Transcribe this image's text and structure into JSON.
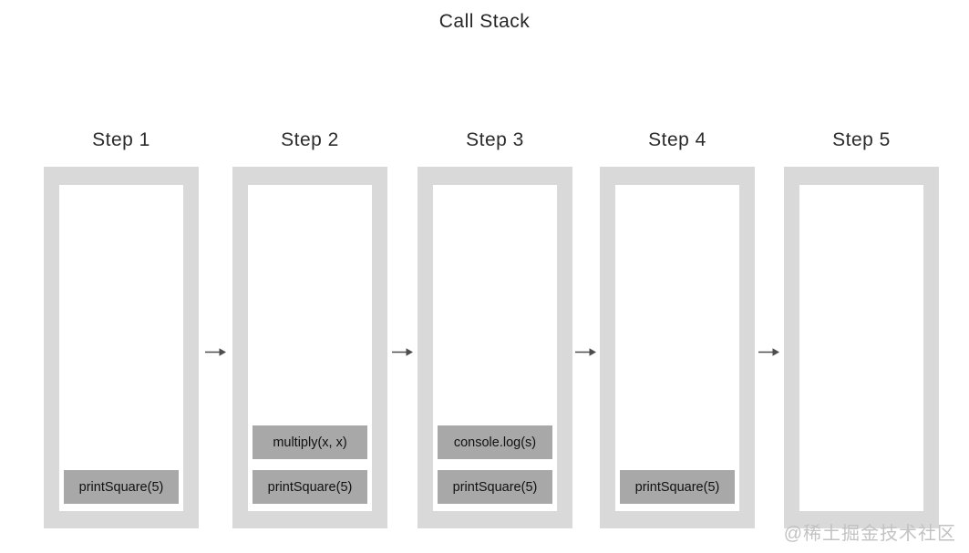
{
  "title": "Call Stack",
  "watermark": "@稀土掘金技术社区",
  "icons": {
    "step_arrow": "→"
  },
  "colors": {
    "background": "#ffffff",
    "stack_border": "#d9d9d9",
    "stack_interior": "#ffffff",
    "frame_fill": "#a8a8a8",
    "frame_text": "#111111",
    "heading_text": "#2b2b2b",
    "arrow": "#4d4d4d",
    "watermark_text": "#c2c2c2"
  },
  "steps": [
    {
      "label": "Step 1",
      "frames": [
        "printSquare(5)"
      ]
    },
    {
      "label": "Step 2",
      "frames": [
        "multiply(x, x)",
        "printSquare(5)"
      ]
    },
    {
      "label": "Step 3",
      "frames": [
        "console.log(s)",
        "printSquare(5)"
      ]
    },
    {
      "label": "Step 4",
      "frames": [
        "printSquare(5)"
      ]
    },
    {
      "label": "Step 5",
      "frames": []
    }
  ]
}
